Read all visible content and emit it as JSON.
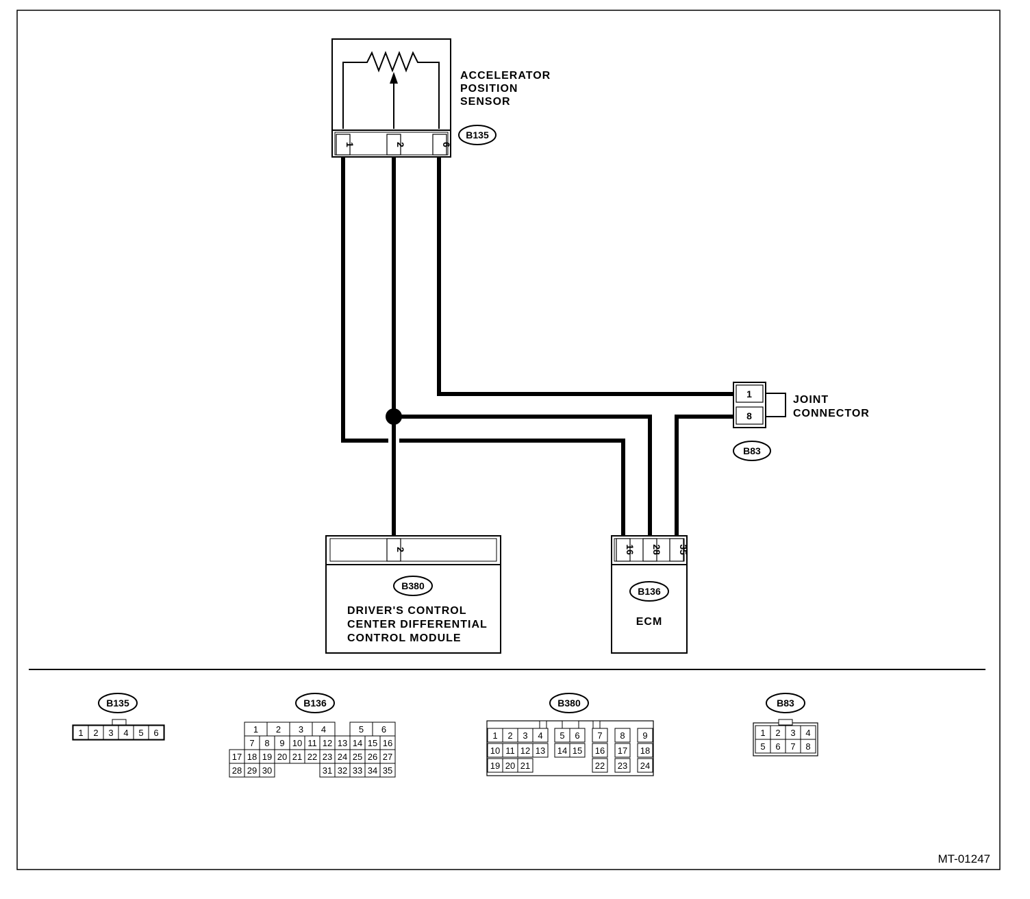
{
  "sensor": {
    "label": [
      "ACCELERATOR",
      "POSITION",
      "SENSOR"
    ],
    "connector": "B135",
    "pins": [
      "1",
      "2",
      "6"
    ]
  },
  "joint_connector": {
    "label": [
      "JOINT",
      "CONNECTOR"
    ],
    "connector": "B83",
    "pins": [
      "1",
      "8"
    ]
  },
  "dccd_module": {
    "label": [
      "DRIVER'S CONTROL",
      "CENTER DIFFERENTIAL",
      "CONTROL MODULE"
    ],
    "connector": "B380",
    "pin": "2"
  },
  "ecm": {
    "label": "ECM",
    "connector": "B136",
    "pins": [
      "16",
      "28",
      "35"
    ]
  },
  "connector_views": {
    "b135": {
      "tag": "B135",
      "rows": [
        [
          "1",
          "2",
          "3",
          "4",
          "5",
          "6"
        ]
      ]
    },
    "b136": {
      "tag": "B136",
      "rows": [
        [
          "1",
          "2",
          "3",
          "4",
          "",
          "5",
          "6"
        ],
        [
          "7",
          "8",
          "9",
          "10",
          "11",
          "12",
          "13",
          "14",
          "15",
          "16"
        ],
        [
          "17",
          "18",
          "19",
          "20",
          "21",
          "22",
          "23",
          "24",
          "25",
          "26",
          "27"
        ],
        [
          "28",
          "29",
          "30",
          "31",
          "32",
          "33",
          "34",
          "35"
        ]
      ]
    },
    "b380": {
      "tag": "B380",
      "rows": [
        [
          "1",
          "2",
          "3",
          "4",
          "5",
          "6",
          "7",
          "8",
          "9"
        ],
        [
          "10",
          "11",
          "12",
          "13",
          "14",
          "15",
          "16",
          "17",
          "18"
        ],
        [
          "19",
          "20",
          "21",
          "22",
          "23",
          "24"
        ]
      ]
    },
    "b83": {
      "tag": "B83",
      "rows": [
        [
          "1",
          "2",
          "3",
          "4"
        ],
        [
          "5",
          "6",
          "7",
          "8"
        ]
      ]
    }
  },
  "figure_ref": "MT-01247"
}
